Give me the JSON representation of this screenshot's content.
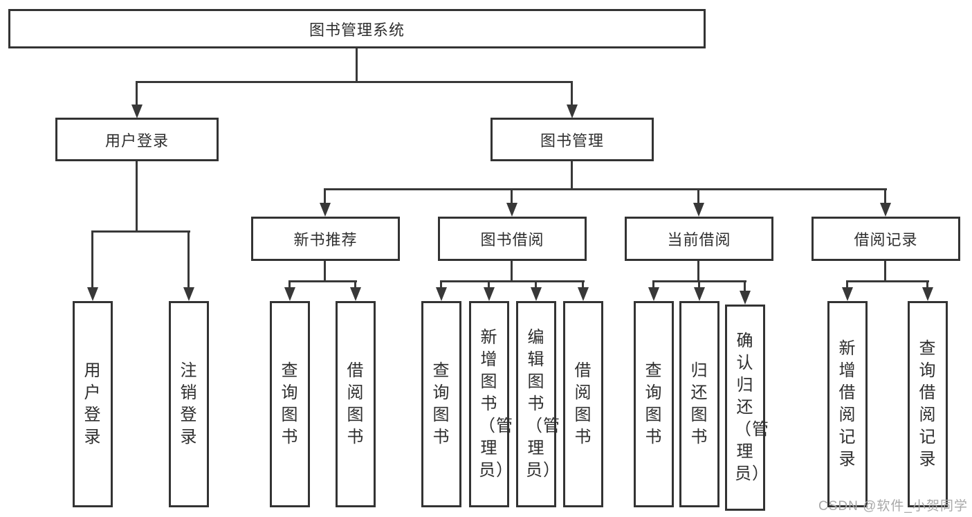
{
  "diagram": {
    "root": "图书管理系统",
    "user_branch": {
      "label": "用户登录",
      "children": [
        "用户登录",
        "注销登录"
      ]
    },
    "book_branch": {
      "label": "图书管理",
      "sections": [
        {
          "label": "新书推荐",
          "children": [
            "查询图书",
            "借阅图书"
          ]
        },
        {
          "label": "图书借阅",
          "children": [
            "查询图书",
            "新增图书（管理员）",
            "编辑图书（管理员）",
            "借阅图书"
          ]
        },
        {
          "label": "当前借阅",
          "children": [
            "查询图书",
            "归还图书",
            "确认归还（管理员）"
          ]
        },
        {
          "label": "借阅记录",
          "children": [
            "新增借阅记录",
            "查询借阅记录"
          ]
        }
      ]
    }
  },
  "watermark": "CSDN @软件_小贺同学",
  "colors": {
    "line": "#383838",
    "border": "#333333",
    "text": "#2e2e2e",
    "watermark": "#a8a8a8",
    "background": "#ffffff"
  }
}
